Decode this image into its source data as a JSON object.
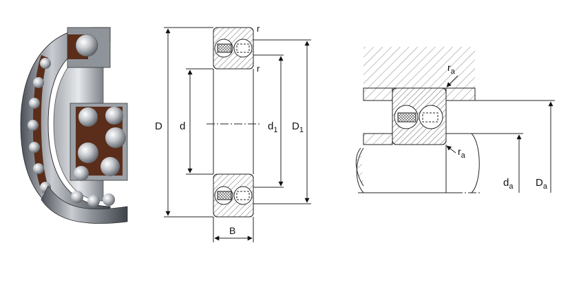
{
  "labels": {
    "D": "D",
    "d": "d",
    "d1_main": "d",
    "d1_sub": "1",
    "D1_main": "D",
    "D1_sub": "1",
    "B": "B",
    "r_top": "r",
    "r_inner": "r",
    "ra_top_main": "r",
    "ra_top_sub": "a",
    "ra_bottom_main": "r",
    "ra_bottom_sub": "a",
    "da_main": "d",
    "da_sub": "a",
    "Da_main": "D",
    "Da_sub": "a"
  },
  "colors": {
    "line": "#222222",
    "hatch": "#555555",
    "steel_dark": "#5a5f66",
    "steel_light": "#d8dbe0",
    "cage_brown": "#5a2e1a"
  }
}
